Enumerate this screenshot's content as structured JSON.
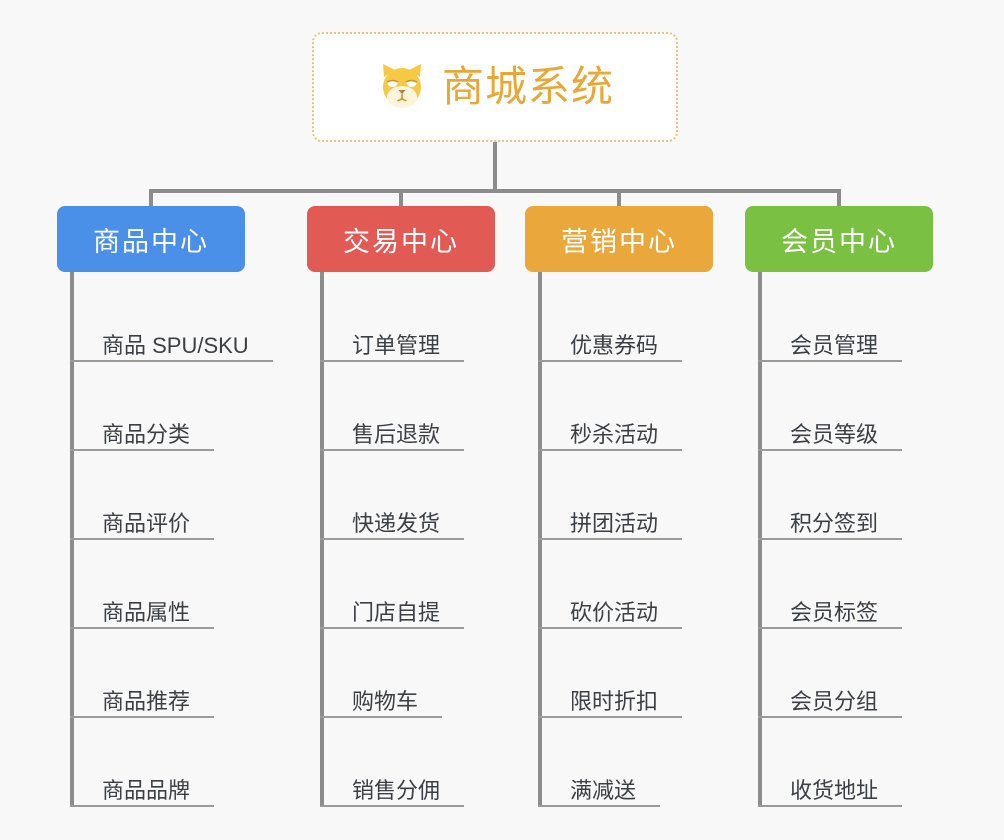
{
  "background_color": "#f8f8f8",
  "root": {
    "title": "商城系统",
    "icon": "shiba-dog-icon",
    "text_color": "#e8a838",
    "border_color": "#f0c078",
    "background": "#ffffff"
  },
  "connector_color": "#8c8c8c",
  "columns": [
    {
      "id": "product-center",
      "label": "商品中心",
      "color": "#4a90e8",
      "items": [
        {
          "label": "商品 SPU/SKU"
        },
        {
          "label": "商品分类"
        },
        {
          "label": "商品评价"
        },
        {
          "label": "商品属性"
        },
        {
          "label": "商品推荐"
        },
        {
          "label": "商品品牌"
        }
      ]
    },
    {
      "id": "trade-center",
      "label": "交易中心",
      "color": "#e15a54",
      "items": [
        {
          "label": "订单管理"
        },
        {
          "label": "售后退款"
        },
        {
          "label": "快递发货"
        },
        {
          "label": "门店自提"
        },
        {
          "label": "购物车"
        },
        {
          "label": "销售分佣"
        }
      ]
    },
    {
      "id": "marketing-center",
      "label": "营销中心",
      "color": "#eaa83c",
      "items": [
        {
          "label": "优惠券码"
        },
        {
          "label": "秒杀活动"
        },
        {
          "label": "拼团活动"
        },
        {
          "label": "砍价活动"
        },
        {
          "label": "限时折扣"
        },
        {
          "label": "满减送"
        }
      ]
    },
    {
      "id": "member-center",
      "label": "会员中心",
      "color": "#7ac143",
      "items": [
        {
          "label": "会员管理"
        },
        {
          "label": "会员等级"
        },
        {
          "label": "积分签到"
        },
        {
          "label": "会员标签"
        },
        {
          "label": "会员分组"
        },
        {
          "label": "收货地址"
        }
      ]
    }
  ]
}
